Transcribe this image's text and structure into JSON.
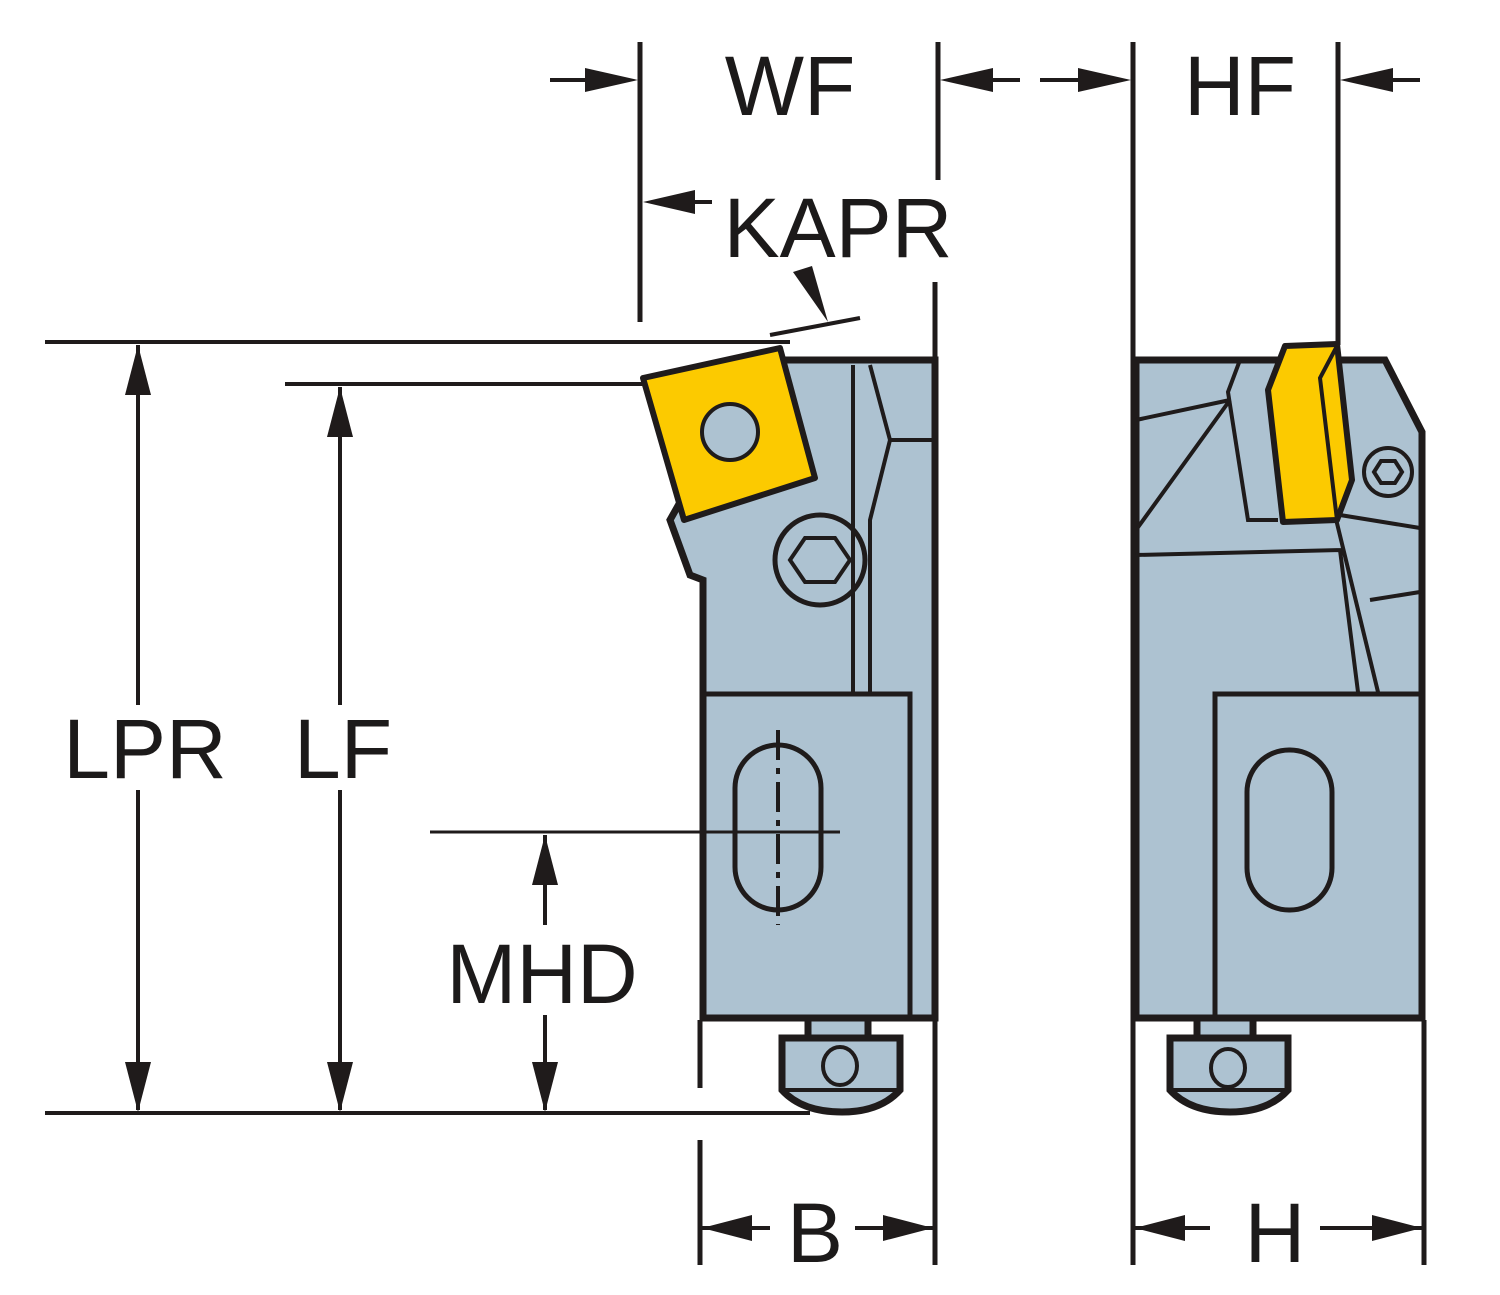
{
  "diagram": {
    "type": "technical-drawing",
    "subject": "Cutting tool cartridge with square insert – front and side views",
    "colors": {
      "body": "#adc2d1",
      "insert": "#fcca00",
      "outline": "#1f1b1b",
      "background": "#ffffff"
    },
    "views": [
      {
        "name": "front-view",
        "shows": [
          "square-insert",
          "clamp-screw",
          "mounting-slot",
          "adjustment-screw"
        ]
      },
      {
        "name": "side-view",
        "shows": [
          "insert-edge",
          "clamp-screw",
          "mounting-slot",
          "adjustment-screw"
        ]
      }
    ],
    "dimensions": {
      "wf": "WF",
      "hf": "HF",
      "kapr": "KAPR",
      "lpr": "LPR",
      "lf": "LF",
      "mhd": "MHD",
      "b": "B",
      "h": "H"
    }
  }
}
